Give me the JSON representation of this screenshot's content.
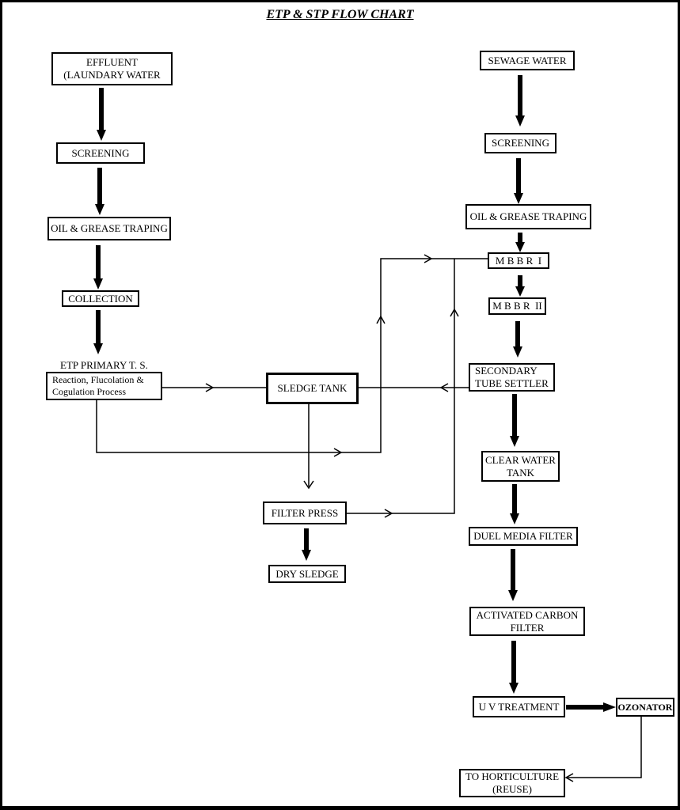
{
  "title": "ETP & STP FLOW CHART",
  "etp": {
    "effluent": [
      "EFFLUENT",
      "(LAUNDARY WATER"
    ],
    "screening": "SCREENING",
    "oil_grease": "OIL & GREASE TRAPING",
    "collection": "COLLECTION",
    "primary_label": "ETP PRIMARY T. S.",
    "primary_box": [
      "Reaction, Flucolation &",
      "Cogulation Process"
    ]
  },
  "sludge": {
    "tank": "SLEDGE TANK",
    "filter_press": "FILTER PRESS",
    "dry": "DRY SLEDGE"
  },
  "stp": {
    "sewage": "SEWAGE WATER",
    "screening": "SCREENING",
    "oil_grease": "OIL & GREASE TRAPING",
    "mbbr1": "M B B R  I",
    "mbbr2": "M B B R  II",
    "settler": [
      "SECONDARY",
      "TUBE SETTLER"
    ],
    "clear_water": [
      "CLEAR WATER",
      "TANK"
    ],
    "dual_media": "DUEL MEDIA FILTER",
    "carbon": [
      "ACTIVATED CARBON",
      "FILTER"
    ],
    "uv": "U V TREATMENT",
    "ozonator": "OZONATOR",
    "horticulture": [
      "TO HORTICULTURE",
      "(REUSE)"
    ]
  }
}
